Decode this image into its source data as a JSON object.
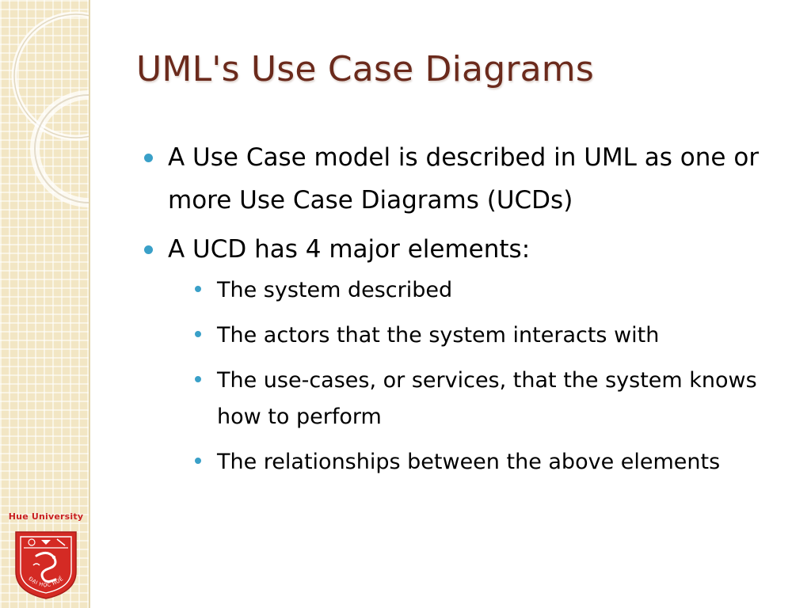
{
  "slide": {
    "title": "UML's Use Case Diagrams",
    "bullets": [
      {
        "text": "A Use Case model is described in UML as one or more Use Case Diagrams (UCDs)",
        "sub": []
      },
      {
        "text": "A UCD has 4 major elements:",
        "sub": [
          "The system described",
          "The actors that the system interacts with",
          "The use-cases, or services, that the system knows how to perform",
          "The relationships between the above elements"
        ]
      }
    ]
  },
  "logo": {
    "label": "Hue University",
    "seal_text": "ĐẠI HỌC HUẾ"
  },
  "colors": {
    "title": "#6b2a1c",
    "bullet_marker": "#3aa0c8",
    "sidebar": "#f2e6c4",
    "logo_red": "#d42a24"
  }
}
